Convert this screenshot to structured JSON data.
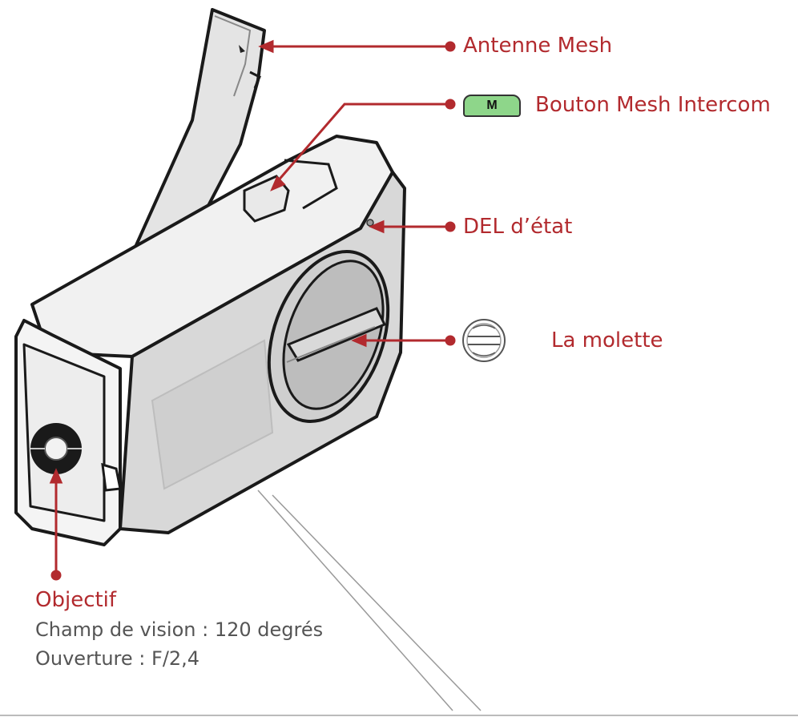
{
  "labels": {
    "antenna": "Antenne Mesh",
    "mesh_button": "Bouton Mesh Intercom",
    "mesh_badge": "M",
    "led": "DEL d’état",
    "wheel": "La molette",
    "lens": "Objectif",
    "lens_fov": "Champ de vision : 120 degrés",
    "lens_aperture": "Ouverture : F/2,4"
  },
  "colors": {
    "callout": "#b22a2e",
    "device_body": "#e6e6e6",
    "outline": "#1a1a1a",
    "badge": "#8ed68a"
  },
  "icons": [
    "mesh-button-icon",
    "jog-dial-icon"
  ]
}
